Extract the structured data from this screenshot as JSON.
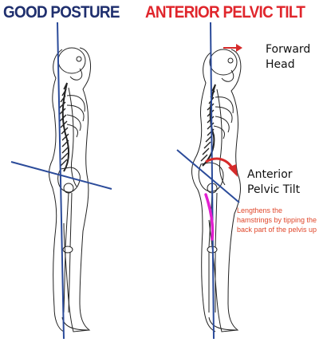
{
  "titles": {
    "good": "GOOD POSTURE",
    "apt": "ANTERIOR PELVIC TILT"
  },
  "labels": {
    "forward_head_line1": "Forward",
    "forward_head_line2": "Head",
    "anterior_line1": "Anterior",
    "anterior_line2": "Pelvic Tilt",
    "hamstring_note_line1": "Lengthens the",
    "hamstring_note_line2": "hamstrings by tipping the",
    "hamstring_note_line3": "back part of the pelvis up"
  },
  "colors": {
    "good_title": "#1f2f6e",
    "apt_title": "#e0262c",
    "plumb_line": "#2b4b9a",
    "pelvis_line": "#2b4b9a",
    "arrow": "#d62a2a",
    "hamstring": "#e21fd0",
    "note_text": "#e0482c",
    "sketch": "#222222"
  }
}
